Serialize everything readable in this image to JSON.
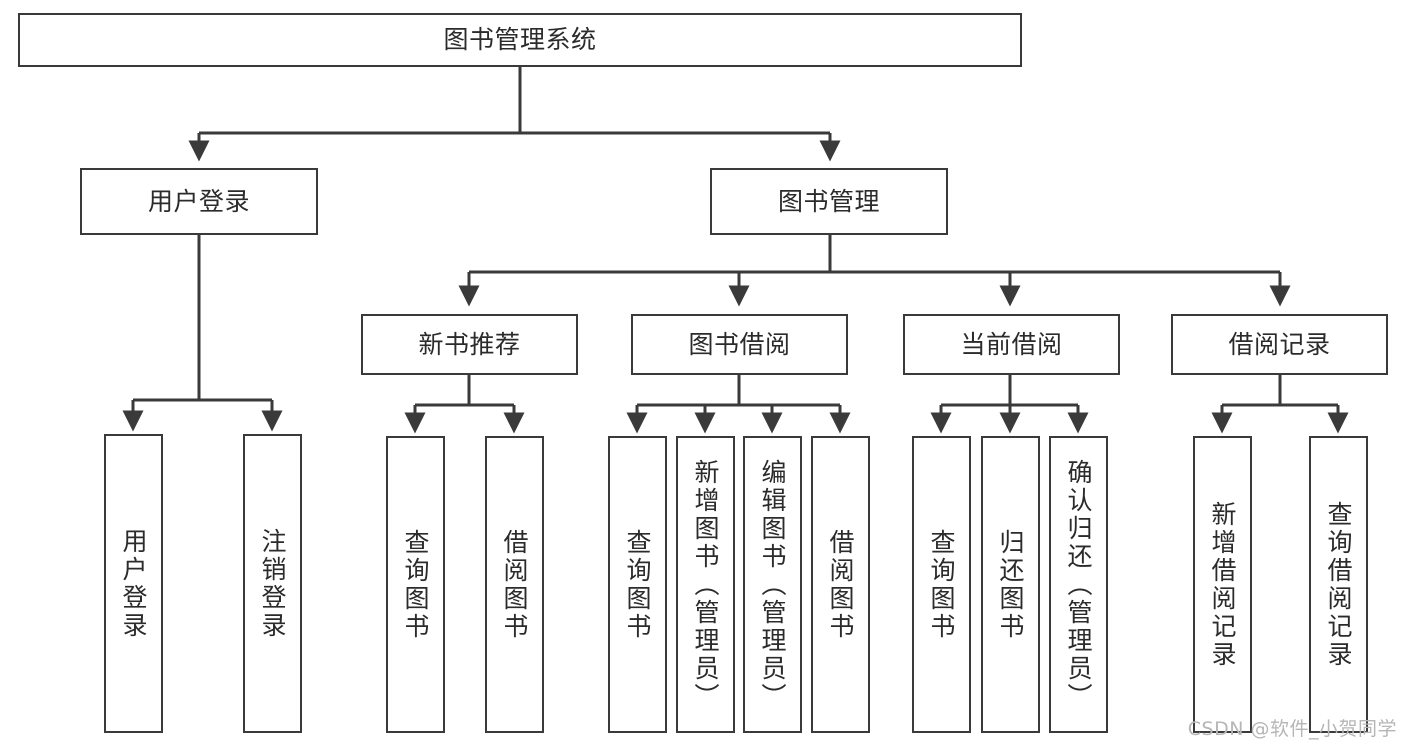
{
  "diagram": {
    "title": "图书管理系统",
    "type": "tree-hierarchy-diagram",
    "line_color": "#3a3a3a",
    "box_fill": "#ffffff",
    "text_color": "#2b2b2b"
  },
  "watermark": {
    "text": "CSDN @软件_小贺同学",
    "color": "#b6b6b6"
  },
  "nodes": {
    "root": {
      "label": "图书管理系统"
    },
    "level1": [
      {
        "label": "用户登录"
      },
      {
        "label": "图书管理"
      }
    ],
    "level2": [
      {
        "label": "新书推荐"
      },
      {
        "label": "图书借阅"
      },
      {
        "label": "当前借阅"
      },
      {
        "label": "借阅记录"
      }
    ],
    "leaves": {
      "user_login": [
        {
          "label": "用户登录"
        },
        {
          "label": "注销登录"
        }
      ],
      "new_book_recommend": [
        {
          "label": "查询图书"
        },
        {
          "label": "借阅图书"
        }
      ],
      "book_borrow": [
        {
          "label": "查询图书"
        },
        {
          "label": "新增图书（管理员）"
        },
        {
          "label": "编辑图书（管理员）"
        },
        {
          "label": "借阅图书"
        }
      ],
      "current_borrow": [
        {
          "label": "查询图书"
        },
        {
          "label": "归还图书"
        },
        {
          "label": "确认归还（管理员）"
        }
      ],
      "borrow_record": [
        {
          "label": "新增借阅记录"
        },
        {
          "label": "查询借阅记录"
        }
      ]
    }
  }
}
